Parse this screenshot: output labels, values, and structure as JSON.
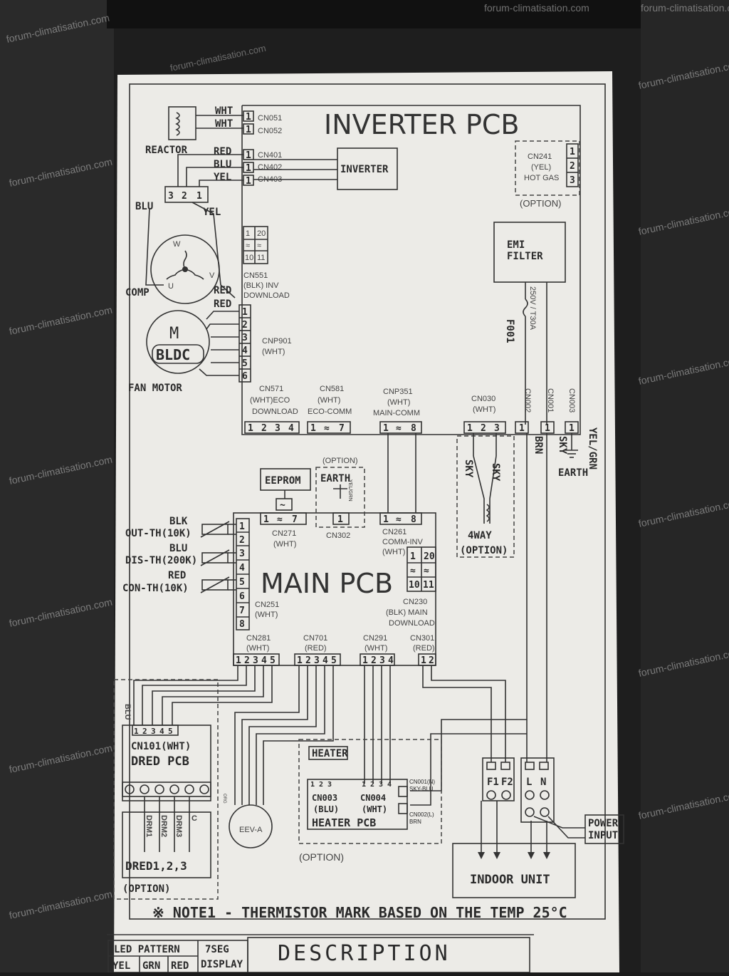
{
  "inverter_pcb": {
    "title": "INVERTER PCB",
    "reactor": {
      "label": "REACTOR",
      "wire1": "WHT",
      "wire2": "WHT",
      "conn1": "CN051",
      "conn2": "CN052",
      "pin": "1"
    },
    "inverter_block": "INVERTER",
    "inv_wires": [
      "RED",
      "BLU",
      "YEL"
    ],
    "inv_conns": [
      "CN401",
      "CN402",
      "CN403"
    ],
    "compressor": {
      "label": "COMP",
      "blu": "BLU",
      "yel": "YEL",
      "red": "RED",
      "pins": [
        "3",
        "2",
        "1"
      ],
      "terminals": [
        "W",
        "U",
        "V"
      ]
    },
    "cn551": {
      "label": "CN551",
      "sub1": "(BLK) INV",
      "sub2": "DOWNLOAD",
      "pins": [
        "1",
        "20",
        "≈",
        "≈",
        "10",
        "11"
      ]
    },
    "fan_motor": {
      "label": "FAN MOTOR",
      "m": "M",
      "bldc": "BLDC",
      "wire": "RED",
      "conn": "CNP901",
      "color": "(WHT)",
      "pins": [
        "1",
        "2",
        "3",
        "4",
        "5",
        "6"
      ]
    },
    "cn241": {
      "name": "CN241",
      "color": "(YEL)",
      "desc": "HOT GAS",
      "pins": [
        "1",
        "2",
        "3"
      ],
      "option": "(OPTION)"
    },
    "emi": {
      "line1": "EMI",
      "line2": "FILTER",
      "fuse": "F001",
      "rating": "250V / T30A"
    },
    "bottom_conns": [
      {
        "name": "CN571",
        "sub": "(WHT)ECO",
        "sub2": "DOWNLOAD",
        "pins": [
          "1",
          "2",
          "3",
          "4"
        ]
      },
      {
        "name": "CN581",
        "sub": "(WHT)",
        "sub2": "ECO-COMM",
        "pins": [
          "1",
          "≈",
          "7"
        ]
      },
      {
        "name": "CNP351",
        "sub": "(WHT)",
        "sub2": "MAIN-COMM",
        "pins": [
          "1",
          "≈",
          "8"
        ]
      },
      {
        "name": "CN030",
        "sub": "(WHT)",
        "sub2": "",
        "pins": [
          "1",
          "2",
          "3"
        ]
      }
    ],
    "power_conns": [
      "CN002",
      "CN001",
      "CN003"
    ],
    "power_pins": [
      "1",
      "1",
      "1"
    ],
    "power_wires": [
      "BRN",
      "SKY",
      "YEL/GRN"
    ],
    "earth": "EARTH",
    "fourway": {
      "sky1": "SKY",
      "sky2": "SKY",
      "label": "4WAY",
      "option": "(OPTION)"
    }
  },
  "main_pcb": {
    "title": "MAIN PCB",
    "eeprom": "EEPROM",
    "eeprom_sym": "~",
    "earth_opt": {
      "option": "(OPTION)",
      "label": "EARTH",
      "wire": "YEL/GRN",
      "conn": "CN302",
      "pin": "1"
    },
    "cn271": {
      "name": "CN271",
      "sub": "(WHT)",
      "pins": [
        "1",
        "≈",
        "7"
      ]
    },
    "cn261": {
      "name": "CN261",
      "sub": "COMM-INV",
      "sub2": "(WHT)",
      "pins": [
        "1",
        "≈",
        "8"
      ]
    },
    "thermistors": [
      {
        "wire": "BLK",
        "name": "OUT-TH(10K)"
      },
      {
        "wire": "BLU",
        "name": "DIS-TH(200K)"
      },
      {
        "wire": "RED",
        "name": "CON-TH(10K)"
      }
    ],
    "cn251": {
      "name": "CN251",
      "sub": "(WHT)",
      "pins": [
        "1",
        "2",
        "3",
        "4",
        "5",
        "6",
        "7",
        "8"
      ]
    },
    "cn230": {
      "name": "CN230",
      "sub": "(BLK) MAIN",
      "sub2": "DOWNLOAD",
      "pins": [
        "1",
        "20",
        "≈",
        "≈",
        "10",
        "11"
      ]
    },
    "bottom_conns": [
      {
        "name": "CN281",
        "sub": "(WHT)",
        "pins": [
          "1",
          "2",
          "3",
          "4",
          "5"
        ]
      },
      {
        "name": "CN701",
        "sub": "(RED)",
        "pins": [
          "1",
          "2",
          "3",
          "4",
          "5"
        ]
      },
      {
        "name": "CN291",
        "sub": "(WHT)",
        "pins": [
          "1",
          "2",
          "3",
          "4"
        ]
      },
      {
        "name": "CN301",
        "sub": "(RED)",
        "pins": [
          "1",
          "2"
        ]
      }
    ]
  },
  "dred": {
    "wire": "BLU",
    "pins": [
      "1",
      "2",
      "3",
      "4",
      "5"
    ],
    "conn": "CN101(WHT)",
    "title": "DRED PCB",
    "drm": [
      "DRM1",
      "DRM2",
      "DRM3",
      "C"
    ],
    "label": "DRED1,2,3",
    "option": "(OPTION)"
  },
  "eev": {
    "label": "EEV-A",
    "wire": "ORG"
  },
  "heater": {
    "label": "HEATER",
    "pins": [
      "1",
      "2",
      "3",
      "4"
    ],
    "cn003": "CN003",
    "cn003_color": "(BLU)",
    "cn004": "CN004",
    "cn004_color": "(WHT)",
    "title": "HEATER PCB",
    "cn001": "CN001(N)",
    "cn001_wire": "SKY-BLU",
    "cn002": "CN002(L)",
    "cn002_wire": "BRN",
    "option": "(OPTION)"
  },
  "terminals": {
    "f1": "F1",
    "f2": "F2",
    "l": "L",
    "n": "N",
    "power": "POWER",
    "input": "INPUT",
    "indoor": "INDOOR UNIT"
  },
  "note": "※ NOTE1 - THERMISTOR MARK BASED ON THE TEMP 25°C",
  "table": {
    "led": "LED PATTERN",
    "cols": [
      "YEL",
      "GRN",
      "RED"
    ],
    "seg1": "7SEG",
    "seg2": "DISPLAY",
    "desc": "DESCRIPTION"
  },
  "watermark": "forum-climatisation.com"
}
